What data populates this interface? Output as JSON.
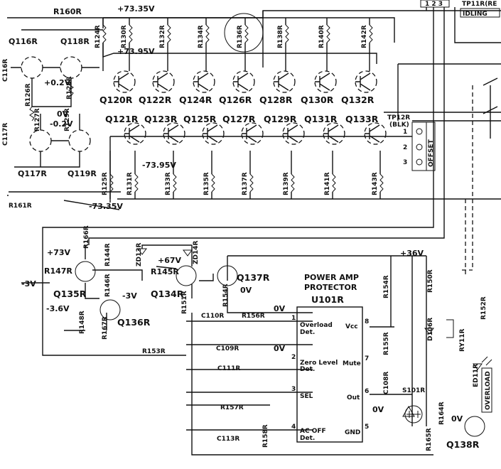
{
  "top_labels": {
    "r160": "R160R",
    "v_top": "+73.35V",
    "tp": "1 2 3",
    "tp_name": "TP11R(RE",
    "idling": "IDLING"
  },
  "resistors_top": [
    "R124R",
    "R130R",
    "R132R",
    "R134R",
    "R136R",
    "R138R",
    "R140R",
    "R142R"
  ],
  "resistors_bottom": [
    "R125R",
    "R131R",
    "R133R",
    "R135R",
    "R137R",
    "R139R",
    "R141R",
    "R143R"
  ],
  "transistors_upper": [
    "Q120R",
    "Q122R",
    "Q124R",
    "Q126R",
    "Q128R",
    "Q130R",
    "Q132R"
  ],
  "transistors_lower": [
    "Q121R",
    "Q123R",
    "Q125R",
    "Q127R",
    "Q129R",
    "Q131R",
    "Q133R"
  ],
  "left_block": {
    "q116": "Q116R",
    "q118": "Q118R",
    "q117": "Q117R",
    "q119": "Q119R",
    "c116": "C116R",
    "c117": "C117R",
    "r126": "R126R",
    "r127": "R127R",
    "r128": "R128R",
    "r129": "R129R",
    "v_p02": "+0.2V",
    "v_0a": "0V",
    "v_m02": "-0.2V",
    "r161": "R161R"
  },
  "rails": {
    "p7395": "+73.95V",
    "m7395": "-73.95V",
    "m7335": "-73.35V"
  },
  "tp12": {
    "name": "TP12R",
    "color": "(BLK)",
    "pins": [
      "1",
      "2",
      "3"
    ],
    "offset": "OFFSET"
  },
  "protector_section": {
    "r166": "R166R",
    "v73": "+73V",
    "r147": "R147R",
    "q135": "Q135R",
    "vm3a": "-3V",
    "r144": "R144R",
    "zd13": "ZD13R",
    "v67": "+67V",
    "r145": "R145R",
    "zd14": "ZD14R",
    "q134": "Q134R",
    "q137": "Q137R",
    "v0a": "0V",
    "r146": "R146R",
    "vm3b": "-3V",
    "vm36": "-3.6V",
    "r148": "R148R",
    "r167": "R167R",
    "q136": "Q136R",
    "r151": "R151R",
    "r154": "R154R",
    "c110": "C110R",
    "r156": "R156R",
    "v0b": "0V",
    "c109": "C109R",
    "r153": "R153R",
    "v0c": "0V",
    "c111": "C111R",
    "r157": "R157R",
    "c113": "C113R",
    "r158": "R158R"
  },
  "ic": {
    "title1": "POWER AMP",
    "title2": "PROTECTOR",
    "ref": "U101R",
    "pins_left": [
      {
        "n": "1",
        "label1": "Overload",
        "label2": "Det."
      },
      {
        "n": "2",
        "label1": "Zero Level",
        "label2": "Det."
      },
      {
        "n": "3",
        "label1": "SEL",
        "label2": ""
      },
      {
        "n": "4",
        "label1": "AC OFF",
        "label2": "Det."
      }
    ],
    "pins_right": [
      {
        "n": "8",
        "label": "Vcc"
      },
      {
        "n": "7",
        "label": "Mute"
      },
      {
        "n": "6",
        "label": "Out"
      },
      {
        "n": "5",
        "label": "GND"
      }
    ]
  },
  "right_section": {
    "v36": "+36V",
    "r154b": "R154R",
    "r150": "R150R",
    "r155": "R155R",
    "d106": "D106R",
    "c108": "C108R",
    "s101": "S101R",
    "v0d": "0V",
    "r164": "R164R",
    "r165": "R165R",
    "q138": "Q138R",
    "v0e": "0V",
    "ry11": "RY11R",
    "r152": "R152R",
    "ed11": "ED11R",
    "overload": "OVERLOAD"
  }
}
